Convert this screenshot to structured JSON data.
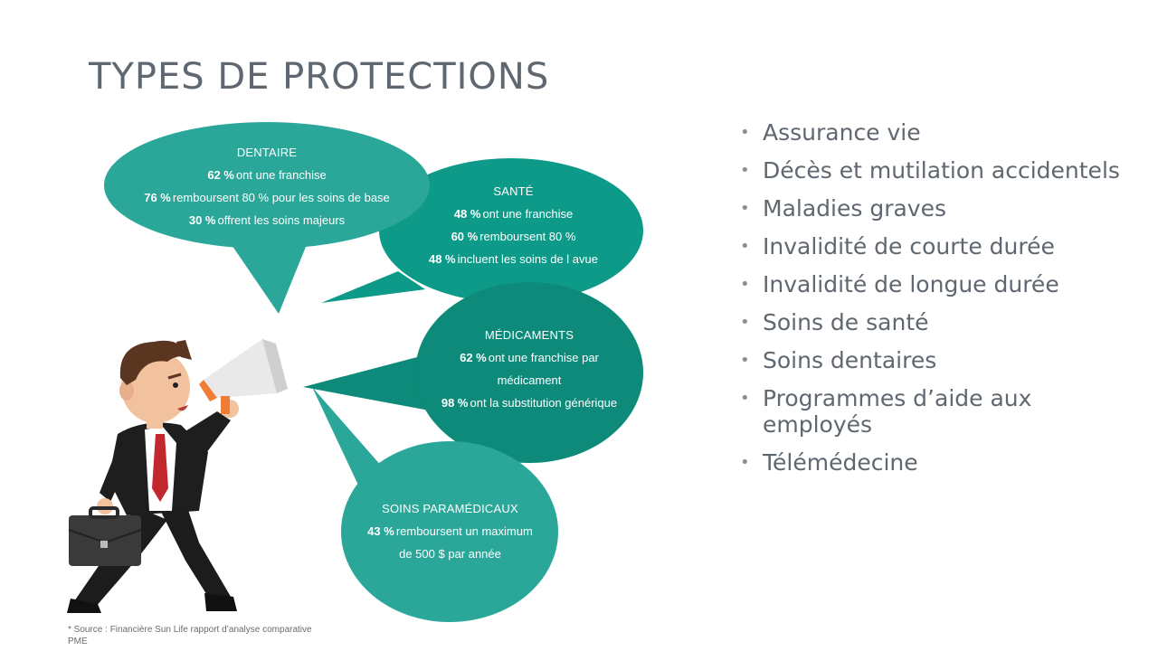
{
  "title": "TYPES DE PROTECTIONS",
  "colors": {
    "teal_light": "#2aa799",
    "teal_mid": "#159a88",
    "teal_dark": "#0d8a79",
    "title_gray": "#5f6770"
  },
  "bubbles": {
    "dentaire": {
      "heading": "DENTAIRE",
      "lines": [
        {
          "pct": "62 %",
          "text": "ont une franchise"
        },
        {
          "pct": "76 %",
          "text": "remboursent 80 % pour les soins de base"
        },
        {
          "pct": "30 %",
          "text": "offrent les soins majeurs"
        }
      ]
    },
    "sante": {
      "heading": "SANTÉ",
      "lines": [
        {
          "pct": "48 %",
          "text": "ont une franchise"
        },
        {
          "pct": "60 %",
          "text": "remboursent 80 %"
        },
        {
          "pct": "48 %",
          "text": "incluent les soins de l avue"
        }
      ]
    },
    "medicaments": {
      "heading": "MÉDICAMENTS",
      "lines": [
        {
          "pct": "62 %",
          "text": "ont une franchise par"
        },
        {
          "pct": "",
          "text": "médicament"
        },
        {
          "pct": "98 %",
          "text": "ont la substitution générique"
        }
      ]
    },
    "paramedicaux": {
      "heading": "SOINS PARAMÉDICAUX",
      "lines": [
        {
          "pct": "43 %",
          "text": "remboursent un maximum"
        },
        {
          "pct": "",
          "text": "de  500 $ par année"
        }
      ]
    }
  },
  "bullets": [
    "Assurance vie",
    "Décès et mutilation accidentels",
    "Maladies graves",
    "Invalidité de courte durée",
    "Invalidité de longue durée",
    "Soins de santé",
    "Soins dentaires",
    "Programmes d’aide aux employés",
    "Télémédecine"
  ],
  "source": "* Source : Financière Sun Life rapport d’analyse comparative PME",
  "icons": {
    "character": "businessman-megaphone-illustration",
    "bullet": "bullet-dot-icon"
  }
}
